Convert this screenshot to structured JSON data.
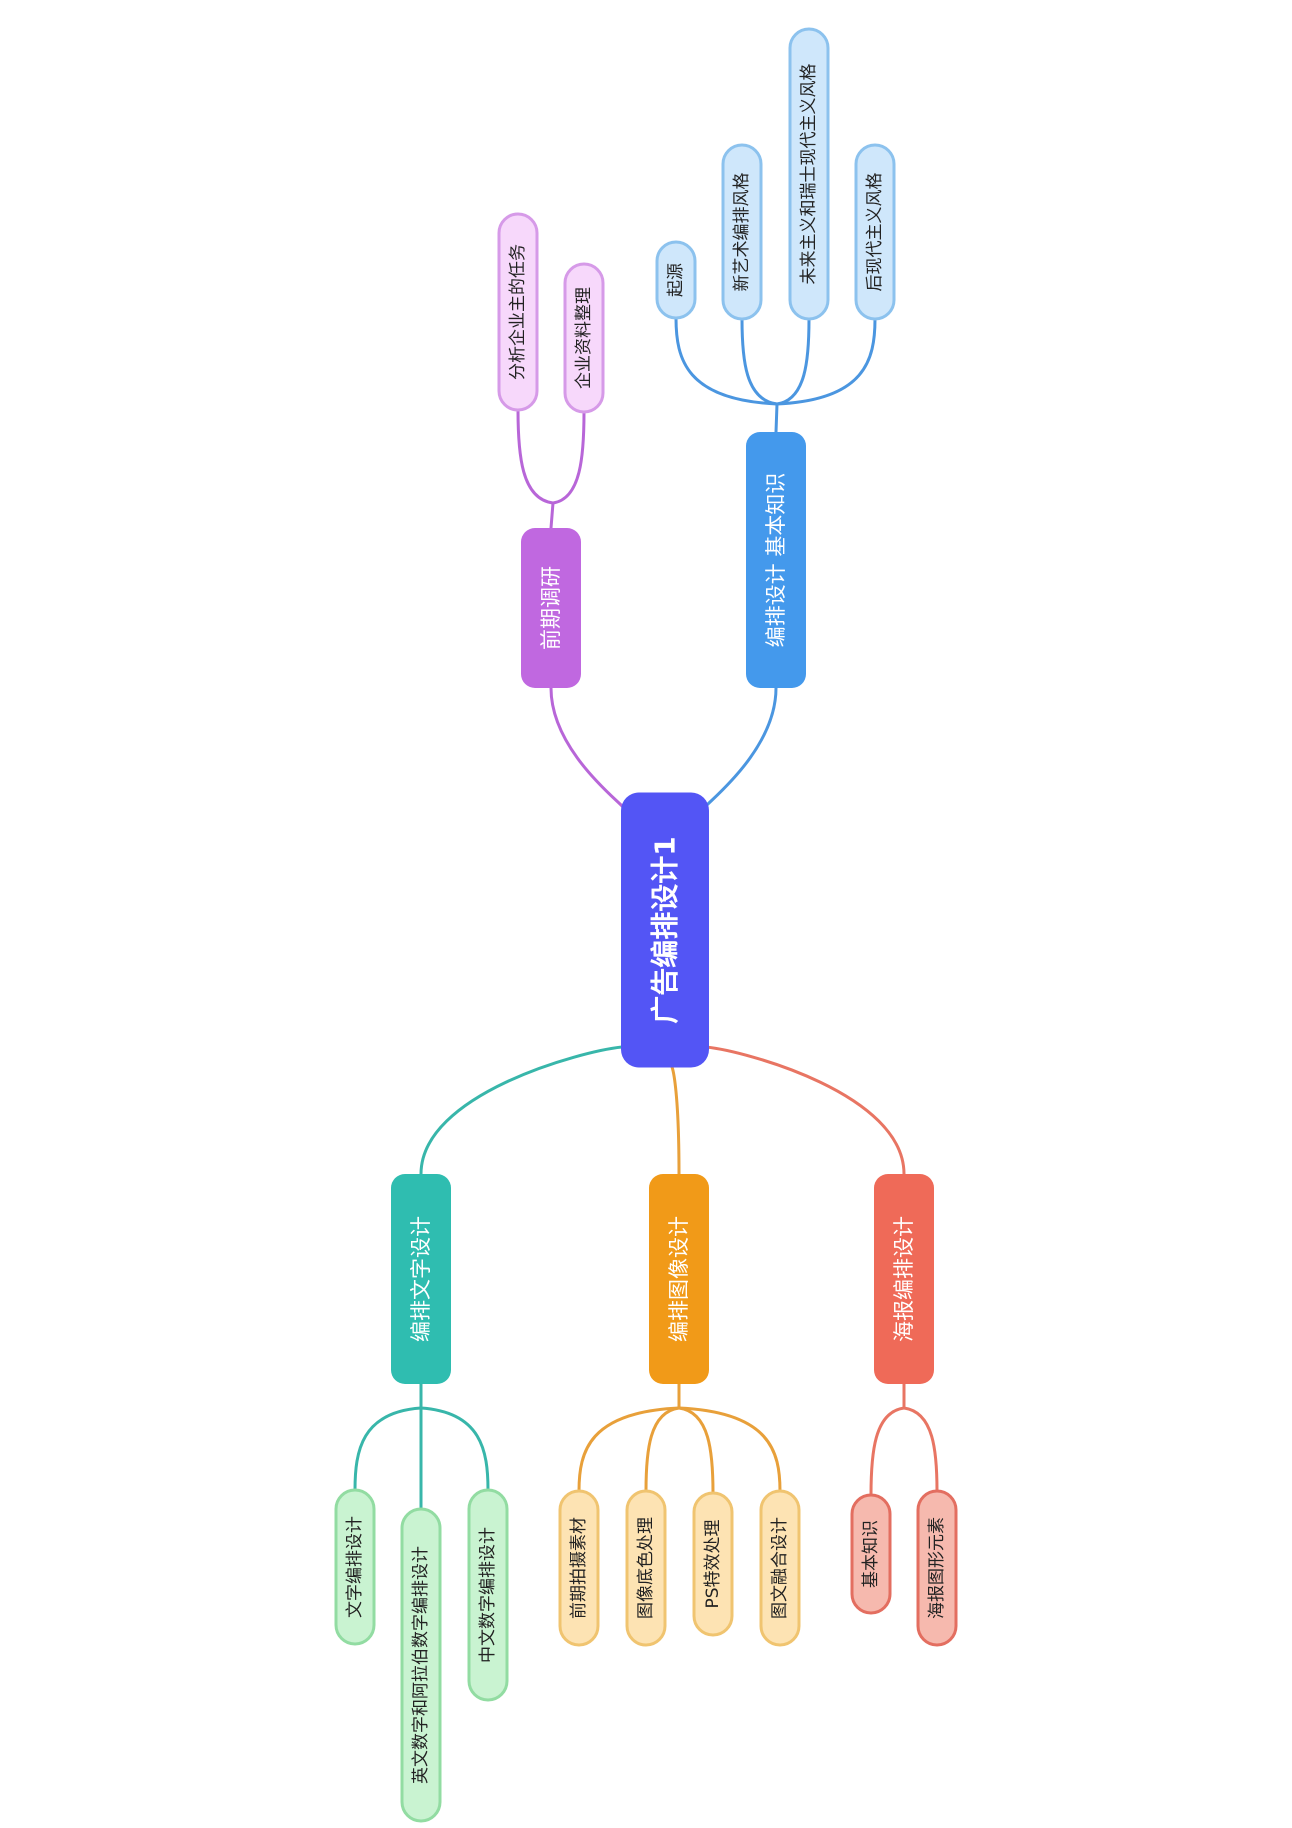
{
  "root": {
    "label": "广告编排设计1",
    "color": "#5355f5"
  },
  "branches": [
    {
      "id": "research",
      "label": "前期调研",
      "color": "#c068e0",
      "line": "#b866d8",
      "leaf_fill": "#f7d8fb",
      "leaf_stroke": "#d69ae8",
      "leaves": [
        "分析企业主的任务",
        "企业资料整理"
      ]
    },
    {
      "id": "basics",
      "label": "编排设计 基本知识",
      "color": "#4499ec",
      "line": "#4b96e0",
      "leaf_fill": "#cfe7fb",
      "leaf_stroke": "#8cc2ee",
      "leaves": [
        "起源",
        "新艺术编排风格",
        "未来主义和瑞士现代主义风格",
        "后现代主义风格"
      ]
    },
    {
      "id": "text",
      "label": "编排文字设计",
      "color": "#2fbdb0",
      "line": "#38b6aa",
      "leaf_fill": "#c9f3d1",
      "leaf_stroke": "#92dca2",
      "leaves": [
        "文字编排设计",
        "英文数字和阿拉伯数字编排设计",
        "中文数字编排设计"
      ]
    },
    {
      "id": "image",
      "label": "编排图像设计",
      "color": "#f19a18",
      "line": "#e8a03a",
      "leaf_fill": "#fde3b3",
      "leaf_stroke": "#f0c470",
      "leaves": [
        "前期拍摄素材",
        "图像底色处理",
        "PS特效处理",
        "图文融合设计"
      ]
    },
    {
      "id": "poster",
      "label": "海报编排设计",
      "color": "#ef6a58",
      "line": "#e87563",
      "leaf_fill": "#f6b9ae",
      "leaf_stroke": "#e36e60",
      "leaves": [
        "基本知识",
        "海报图形元素"
      ]
    }
  ]
}
